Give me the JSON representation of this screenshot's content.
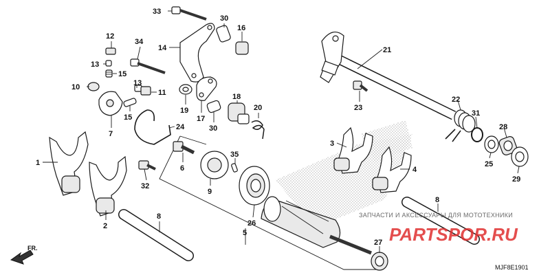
{
  "callouts": {
    "c1": "1",
    "c2": "2",
    "c3": "3",
    "c4": "4",
    "c5": "5",
    "c6": "6",
    "c7": "7",
    "c8a": "8",
    "c8b": "8",
    "c9": "9",
    "c10": "10",
    "c11": "11",
    "c12": "12",
    "c13a": "13",
    "c13b": "13",
    "c14": "14",
    "c15a": "15",
    "c15b": "15",
    "c16": "16",
    "c17": "17",
    "c18": "18",
    "c19": "19",
    "c20": "20",
    "c21": "21",
    "c22": "22",
    "c23": "23",
    "c24": "24",
    "c25": "25",
    "c26": "26",
    "c27": "27",
    "c28": "28",
    "c29": "29",
    "c30a": "30",
    "c30b": "30",
    "c31": "31",
    "c32": "32",
    "c33": "33",
    "c34": "34",
    "c35": "35"
  },
  "direction_label": "FR.",
  "diagram_code": "MJF8E1901",
  "watermark": {
    "text": "ЗАПЧАСТИ И АКСЕССУАРЫ ДЛЯ МОТОТЕХНИКИ",
    "logo": "PARTSPOR.RU"
  }
}
